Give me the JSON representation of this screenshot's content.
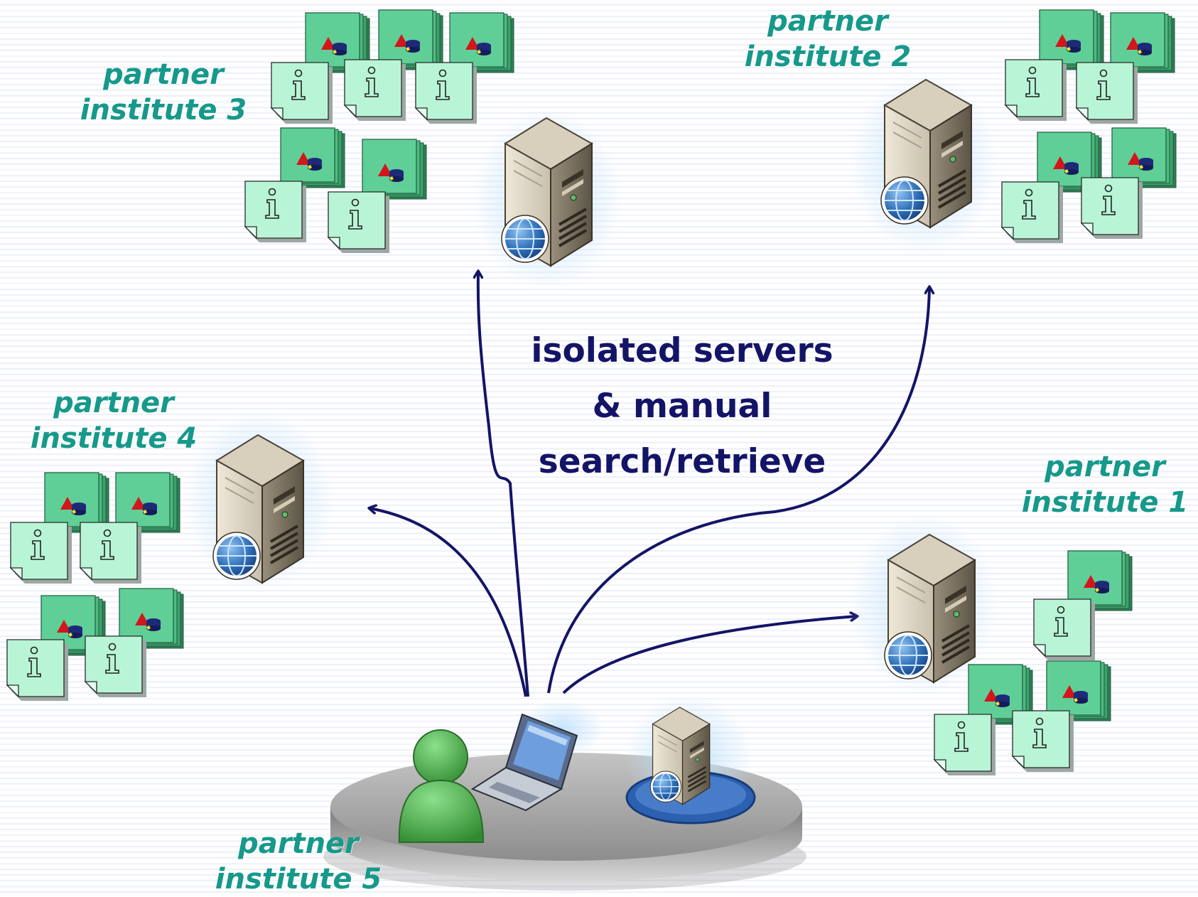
{
  "labels": {
    "p1_line1": "partner",
    "p1_line2": "institute 1",
    "p2_line1": "partner",
    "p2_line2": "institute 2",
    "p3_line1": "partner",
    "p3_line2": "institute 3",
    "p4_line1": "partner",
    "p4_line2": "institute 4",
    "p5_line1": "partner",
    "p5_line2": "institute 5"
  },
  "center": {
    "line1": "isolated servers",
    "line2": "& manual",
    "line3": "search/retrieve"
  },
  "doc_glyph": "i",
  "colors": {
    "label": "#16998a",
    "center_text": "#141467",
    "arrow": "#141467",
    "doc_green": "#5fcf97",
    "note_mint": "#b8f5d6",
    "globe_blue": "#2f6fb8",
    "user_green": "#4caa4c"
  }
}
